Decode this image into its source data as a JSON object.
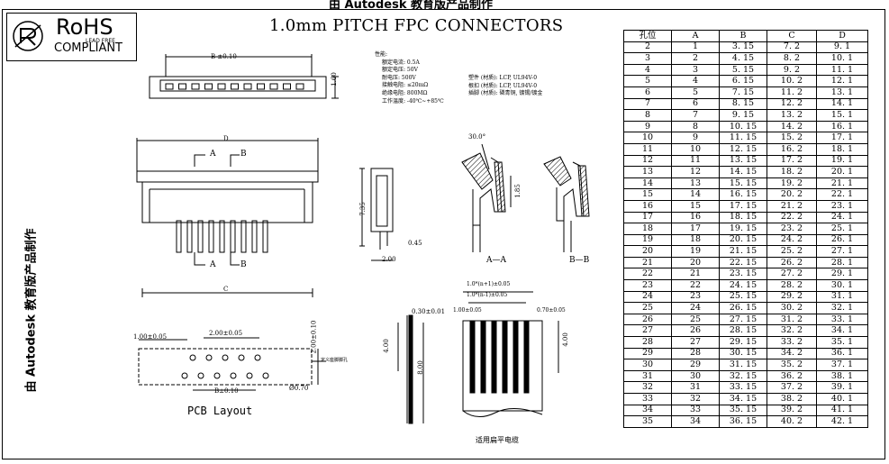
{
  "watermark": "由 Autodesk 教育版产品制作",
  "title": "1.0mm  PITCH  FPC CONNECTORS",
  "rohs": {
    "main": "RoHS",
    "sub": "LEAD FREE",
    "compliant": "COMPLIANT"
  },
  "specs_left": [
    "性能:",
    "额定电流: 0.5A",
    "额定电压: 50V",
    "耐电压: 500V",
    "接触电阻: ≤20mΩ",
    "绝缘电阻: 800MΩ",
    "工作温度: -40℃~+85℃"
  ],
  "specs_right": [
    "塑件 (材质): LCP, UL94V-0",
    "根扣 (材质): LCP, UL94V-0",
    "插脚 (材质): 磷青铜, 镀锡/镀金"
  ],
  "labels": {
    "section_a": "A",
    "section_b": "B",
    "aa": "A—A",
    "bb": "B—B",
    "pcb_layout": "PCB Layout",
    "cable": "适用扁平电缆",
    "pcb_note": "定义座脚脚孔",
    "d_dim": "D",
    "c_dim": "C",
    "b_dim1": "B ±0.10",
    "b_dim2": "B±0.10",
    "h_dim": "1.60",
    "side_h": "7.35",
    "side_w": "2.00",
    "side_t": "0.45",
    "angle": "30.0°",
    "sec_h": "1.85",
    "pcb_p1": "1.00±0.05",
    "pcb_p2": "2.00±0.05",
    "pcb_p3": "2.00±0.10",
    "pcb_hole": "Ø0.70",
    "cab_1": "1.0*(n+1)±0.05",
    "cab_2": "1.0*(n-1)±0.05",
    "cab_3": "1.00±0.05",
    "cab_4": "0.70±0.05",
    "cab_5": "0.30±0.01",
    "cab_6": "4.00",
    "cab_7": "8.00",
    "cab_8": "4.00"
  },
  "table": {
    "headers": [
      "孔位",
      "A",
      "B",
      "C",
      "D"
    ],
    "rows": [
      [
        "2",
        "1",
        "3. 15",
        "7. 2",
        "9. 1"
      ],
      [
        "3",
        "2",
        "4. 15",
        "8. 2",
        "10. 1"
      ],
      [
        "4",
        "3",
        "5. 15",
        "9. 2",
        "11. 1"
      ],
      [
        "5",
        "4",
        "6. 15",
        "10. 2",
        "12. 1"
      ],
      [
        "6",
        "5",
        "7. 15",
        "11. 2",
        "13. 1"
      ],
      [
        "7",
        "6",
        "8. 15",
        "12. 2",
        "14. 1"
      ],
      [
        "8",
        "7",
        "9. 15",
        "13. 2",
        "15. 1"
      ],
      [
        "9",
        "8",
        "10. 15",
        "14. 2",
        "16. 1"
      ],
      [
        "10",
        "9",
        "11. 15",
        "15. 2",
        "17. 1"
      ],
      [
        "11",
        "10",
        "12. 15",
        "16. 2",
        "18. 1"
      ],
      [
        "12",
        "11",
        "13. 15",
        "17. 2",
        "19. 1"
      ],
      [
        "13",
        "12",
        "14. 15",
        "18. 2",
        "20. 1"
      ],
      [
        "14",
        "13",
        "15. 15",
        "19. 2",
        "21. 1"
      ],
      [
        "15",
        "14",
        "16. 15",
        "20. 2",
        "22. 1"
      ],
      [
        "16",
        "15",
        "17. 15",
        "21. 2",
        "23. 1"
      ],
      [
        "17",
        "16",
        "18. 15",
        "22. 2",
        "24. 1"
      ],
      [
        "18",
        "17",
        "19. 15",
        "23. 2",
        "25. 1"
      ],
      [
        "19",
        "18",
        "20. 15",
        "24. 2",
        "26. 1"
      ],
      [
        "20",
        "19",
        "21. 15",
        "25. 2",
        "27. 1"
      ],
      [
        "21",
        "20",
        "22. 15",
        "26. 2",
        "28. 1"
      ],
      [
        "22",
        "21",
        "23. 15",
        "27. 2",
        "29. 1"
      ],
      [
        "23",
        "22",
        "24. 15",
        "28. 2",
        "30. 1"
      ],
      [
        "24",
        "23",
        "25. 15",
        "29. 2",
        "31. 1"
      ],
      [
        "25",
        "24",
        "26. 15",
        "30. 2",
        "32. 1"
      ],
      [
        "26",
        "25",
        "27. 15",
        "31. 2",
        "33. 1"
      ],
      [
        "27",
        "26",
        "28. 15",
        "32. 2",
        "34. 1"
      ],
      [
        "28",
        "27",
        "29. 15",
        "33. 2",
        "35. 1"
      ],
      [
        "29",
        "28",
        "30. 15",
        "34. 2",
        "36. 1"
      ],
      [
        "30",
        "29",
        "31. 15",
        "35. 2",
        "37. 1"
      ],
      [
        "31",
        "30",
        "32. 15",
        "36. 2",
        "38. 1"
      ],
      [
        "32",
        "31",
        "33. 15",
        "37. 2",
        "39. 1"
      ],
      [
        "33",
        "32",
        "34. 15",
        "38. 2",
        "40. 1"
      ],
      [
        "34",
        "33",
        "35. 15",
        "39. 2",
        "41. 1"
      ],
      [
        "35",
        "34",
        "36. 15",
        "40. 2",
        "42. 1"
      ]
    ]
  }
}
